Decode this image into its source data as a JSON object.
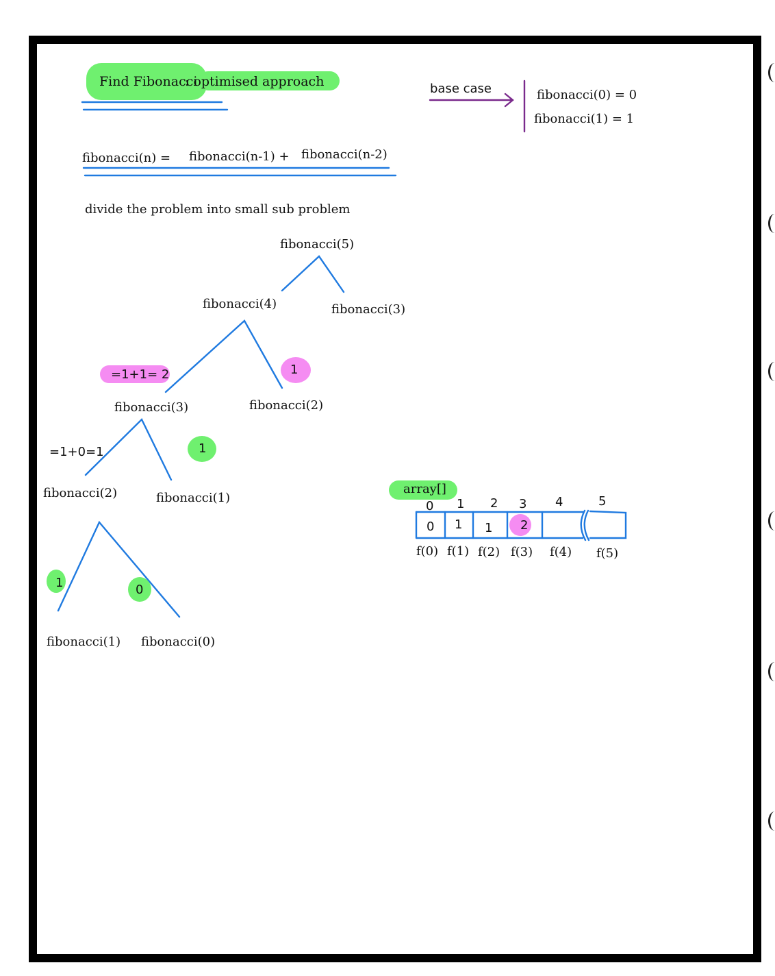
{
  "title": {
    "part1": "Find Fibonacci",
    "part2": ": optimised approach"
  },
  "base_case": {
    "label": "base case",
    "line1": "fibonacci(0) = 0",
    "line2": "fibonacci(1) = 1"
  },
  "recurrence": {
    "lhs": "fibonacci(n) =",
    "term1": "fibonacci(n-1) +",
    "term2": "fibonacci(n-2)"
  },
  "description": "divide the problem into small sub problem",
  "tree": {
    "root": "fibonacci(5)",
    "l1_left": "fibonacci(4)",
    "l1_right": "fibonacci(3)",
    "l2_left": "fibonacci(3)",
    "l2_right": "fibonacci(2)",
    "l3_left": "fibonacci(2)",
    "l3_right": "fibonacci(1)",
    "l4_left": "fibonacci(1)",
    "l4_right": "fibonacci(0)"
  },
  "annotations": {
    "sum_f3": "=1+1= 2",
    "val_f2_right": "1",
    "sum_f2": "=1+0=1",
    "val_f1_mid": "1",
    "val_f1_leaf": "1",
    "val_f0_leaf": "0"
  },
  "array": {
    "label": "array[]",
    "indices": [
      "0",
      "1",
      "2",
      "3",
      "4",
      "5"
    ],
    "cells": [
      "0",
      "1",
      "1",
      "2",
      "",
      ""
    ],
    "functions": [
      "f(0)",
      "f(1)",
      "f(2)",
      "f(3)",
      "f(4)",
      "f(5)"
    ]
  },
  "colors": {
    "ink": "#111111",
    "blue_ink": "#1f7ae0",
    "purple_ink": "#7a2a8c",
    "green_highlight": "#6ff06f",
    "pink_highlight": "#f58cf2"
  }
}
